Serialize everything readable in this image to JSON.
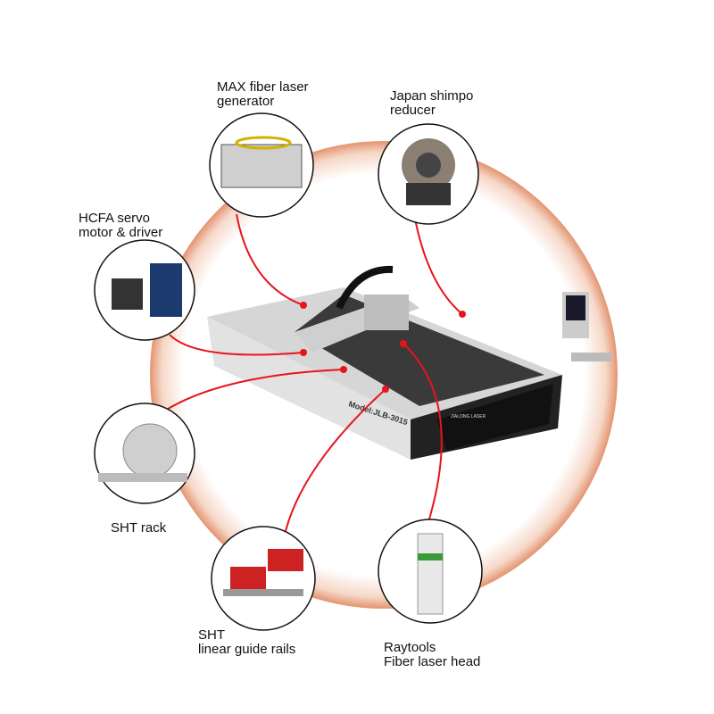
{
  "labels": {
    "max_laser": "MAX fiber laser\ngenerator",
    "shimpo": "Japan shimpo\nreducer",
    "hcfa": "HCFA servo\nmotor & driver",
    "rack": "SHT rack",
    "rails": "SHT\nlinear guide rails",
    "raytools": "Raytools\nFiber laser head"
  },
  "machine": {
    "model": "Model:JLB-3015",
    "brand": "JIALONG LASER"
  },
  "colors": {
    "ring": "#eba27e",
    "leader": "#e8141b",
    "frame": "#d9d9d9",
    "dark": "#2a2a2a"
  }
}
